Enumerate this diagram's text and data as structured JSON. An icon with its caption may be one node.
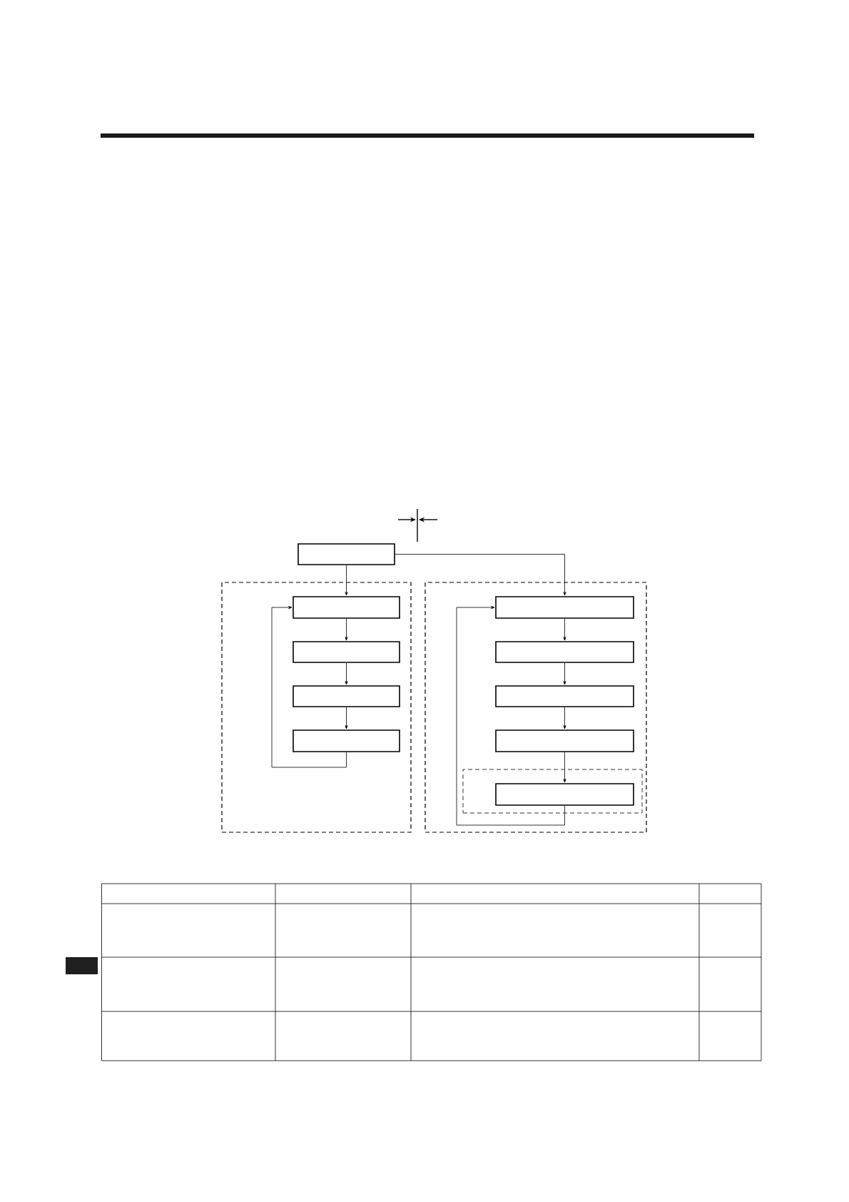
{
  "diagram": {
    "nodes": [
      {
        "text": [],
        "shape": "box"
      },
      {
        "text": [],
        "shape": "box"
      },
      {
        "text": [],
        "shape": "box"
      },
      {
        "text": [],
        "shape": "box",
        "in": 1
      },
      {
        "text": [],
        "shape": "box",
        "in": 1
      },
      {
        "text": [],
        "shape": "box",
        "in": 1
      },
      {
        "text": [],
        "shape": "box",
        "in": 1
      },
      {
        "text": [],
        "shape": "box",
        "in": 2
      },
      {
        "text": [],
        "shape": "box",
        "in": 2
      },
      {
        "text": [],
        "shape": "box",
        "in": 2
      },
      {
        "text": [],
        "shape": "box",
        "in": 2
      },
      {
        "text": [],
        "shape": "box",
        "in": 2
      },
      {
        "text": [],
        "shape": "box",
        "in": 11
      }
    ],
    "edges": [
      {
        "from": 0,
        "to": 3,
        "arrow": "to"
      },
      {
        "from": 0,
        "to": 7,
        "arrow": "to"
      },
      {
        "from": 3,
        "to": 4,
        "arrow": "to"
      },
      {
        "from": 4,
        "to": 5,
        "arrow": "to"
      },
      {
        "from": 5,
        "to": 6,
        "arrow": "to"
      },
      {
        "from": 6,
        "to": 3,
        "arrow": "to"
      },
      {
        "from": 7,
        "to": 8,
        "arrow": "to"
      },
      {
        "from": 8,
        "to": 9,
        "arrow": "to"
      },
      {
        "from": 9,
        "to": 10,
        "arrow": "to"
      },
      {
        "from": 10,
        "to": 12,
        "arrow": "to"
      },
      {
        "from": 12,
        "to": 7,
        "arrow": "to"
      }
    ]
  }
}
